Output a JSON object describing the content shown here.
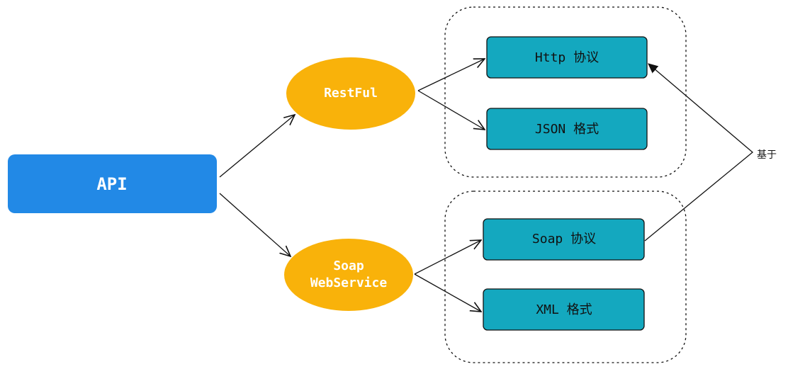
{
  "nodes": {
    "api": {
      "label": "API",
      "color": "#2289e6",
      "text_color": "#ffffff"
    },
    "restful": {
      "label": "RestFul",
      "color": "#f9b20a",
      "text_color": "#ffffff"
    },
    "soap_webservice": {
      "label_line1": "Soap",
      "label_line2": "WebService",
      "color": "#f9b20a",
      "text_color": "#ffffff"
    },
    "http_protocol": {
      "label": "Http 协议",
      "color": "#14a8bf",
      "text_color": "#111111"
    },
    "json_format": {
      "label": "JSON 格式",
      "color": "#14a8bf",
      "text_color": "#111111"
    },
    "soap_protocol": {
      "label": "Soap 协议",
      "color": "#14a8bf",
      "text_color": "#111111"
    },
    "xml_format": {
      "label": "XML 格式",
      "color": "#14a8bf",
      "text_color": "#111111"
    }
  },
  "edges": {
    "based_on_label": "基于"
  },
  "colors": {
    "line": "#111111",
    "group_border": "#111111"
  }
}
